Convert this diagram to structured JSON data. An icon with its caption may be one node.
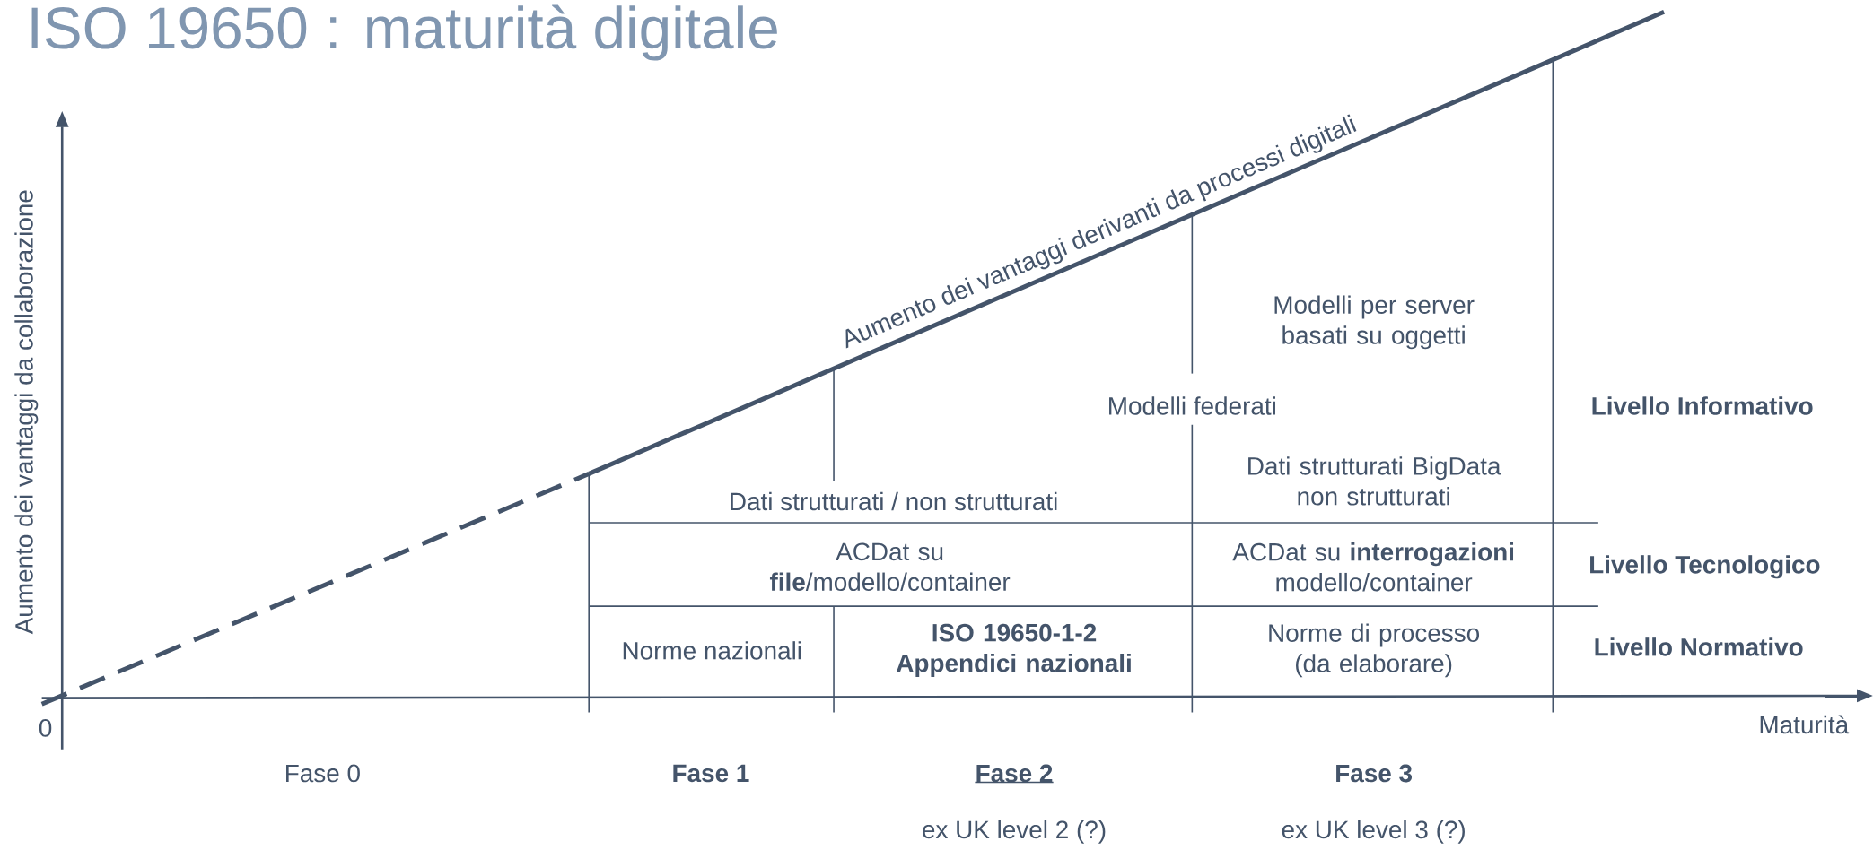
{
  "diagram": {
    "title": "ISO 19650 : maturità digitale",
    "labels": [
      "Aumento dei vantaggi derivanti da processi digitali",
      "Aumento dei vantaggi da collaborazione",
      "Modelli per server basati su oggetti",
      "Modelli federati",
      "Livello Informativo",
      "Dati strutturati / non strutturati",
      "Dati strutturati BigData non strutturati",
      "ACDat su **file**/modello/container",
      "ACDat su **interrogazioni** modello/container",
      "Livello Tecnologico",
      "Norme nazionali",
      "ISO 19650-1-2 Appendici nazionali",
      "Norme di processo (da elaborare)",
      "Livello Normativo",
      "0",
      "Maturità",
      "Fase 0",
      "Fase 1",
      "Fase 2",
      "ex UK level 2 (?)",
      "Fase 3",
      "ex UK level 3 (?)"
    ]
  }
}
